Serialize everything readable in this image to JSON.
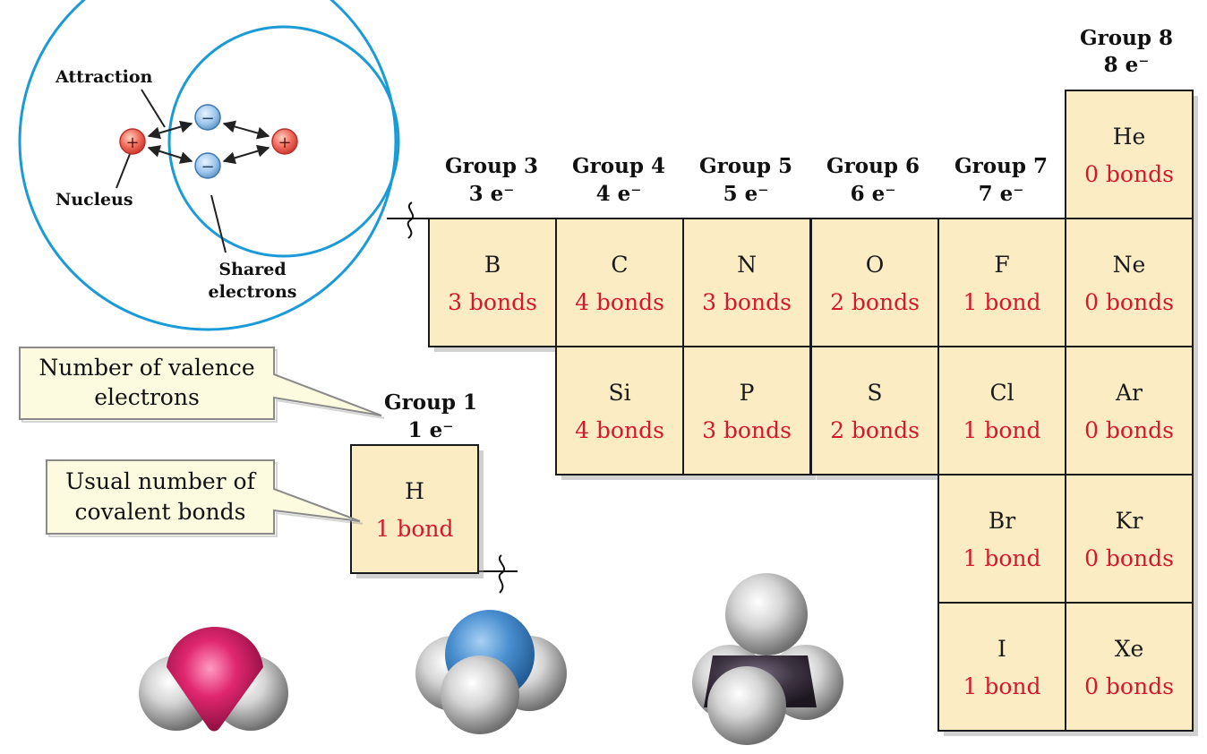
{
  "atom_diagram": {
    "labels": {
      "attraction": "Attraction",
      "nucleus": "Nucleus",
      "shared_line1": "Shared",
      "shared_line2": "electrons"
    },
    "nucleus_sign": "+",
    "electron_sign": "−"
  },
  "callouts": {
    "valence_line1": "Number of valence",
    "valence_line2": "electrons",
    "bonds_line1": "Usual number of",
    "bonds_line2": "covalent bonds"
  },
  "groups": [
    {
      "name": "Group 1",
      "electrons": "1 e⁻"
    },
    {
      "name": "Group 3",
      "electrons": "3 e⁻"
    },
    {
      "name": "Group 4",
      "electrons": "4 e⁻"
    },
    {
      "name": "Group 5",
      "electrons": "5 e⁻"
    },
    {
      "name": "Group 6",
      "electrons": "6 e⁻"
    },
    {
      "name": "Group 7",
      "electrons": "7 e⁻"
    },
    {
      "name": "Group 8",
      "electrons": "8 e⁻"
    }
  ],
  "elements": {
    "H": {
      "symbol": "H",
      "bonds": "1 bond"
    },
    "B": {
      "symbol": "B",
      "bonds": "3 bonds"
    },
    "C": {
      "symbol": "C",
      "bonds": "4 bonds"
    },
    "N": {
      "symbol": "N",
      "bonds": "3 bonds"
    },
    "O": {
      "symbol": "O",
      "bonds": "2 bonds"
    },
    "F": {
      "symbol": "F",
      "bonds": "1 bond"
    },
    "He": {
      "symbol": "He",
      "bonds": "0 bonds"
    },
    "Ne": {
      "symbol": "Ne",
      "bonds": "0 bonds"
    },
    "Si": {
      "symbol": "Si",
      "bonds": "4 bonds"
    },
    "P": {
      "symbol": "P",
      "bonds": "3 bonds"
    },
    "S": {
      "symbol": "S",
      "bonds": "2 bonds"
    },
    "Cl": {
      "symbol": "Cl",
      "bonds": "1 bond"
    },
    "Ar": {
      "symbol": "Ar",
      "bonds": "0 bonds"
    },
    "Br": {
      "symbol": "Br",
      "bonds": "1 bond"
    },
    "Kr": {
      "symbol": "Kr",
      "bonds": "0 bonds"
    },
    "I": {
      "symbol": "I",
      "bonds": "1 bond"
    },
    "Xe": {
      "symbol": "Xe",
      "bonds": "0 bonds"
    }
  },
  "molecule_models": [
    "water-model",
    "ammonia-model",
    "methane-model"
  ],
  "colors": {
    "cell_fill": "#fbecc4",
    "bond_text": "#d4192c",
    "orbit": "#1a9bd7",
    "callout_fill": "#fcfbe0"
  }
}
